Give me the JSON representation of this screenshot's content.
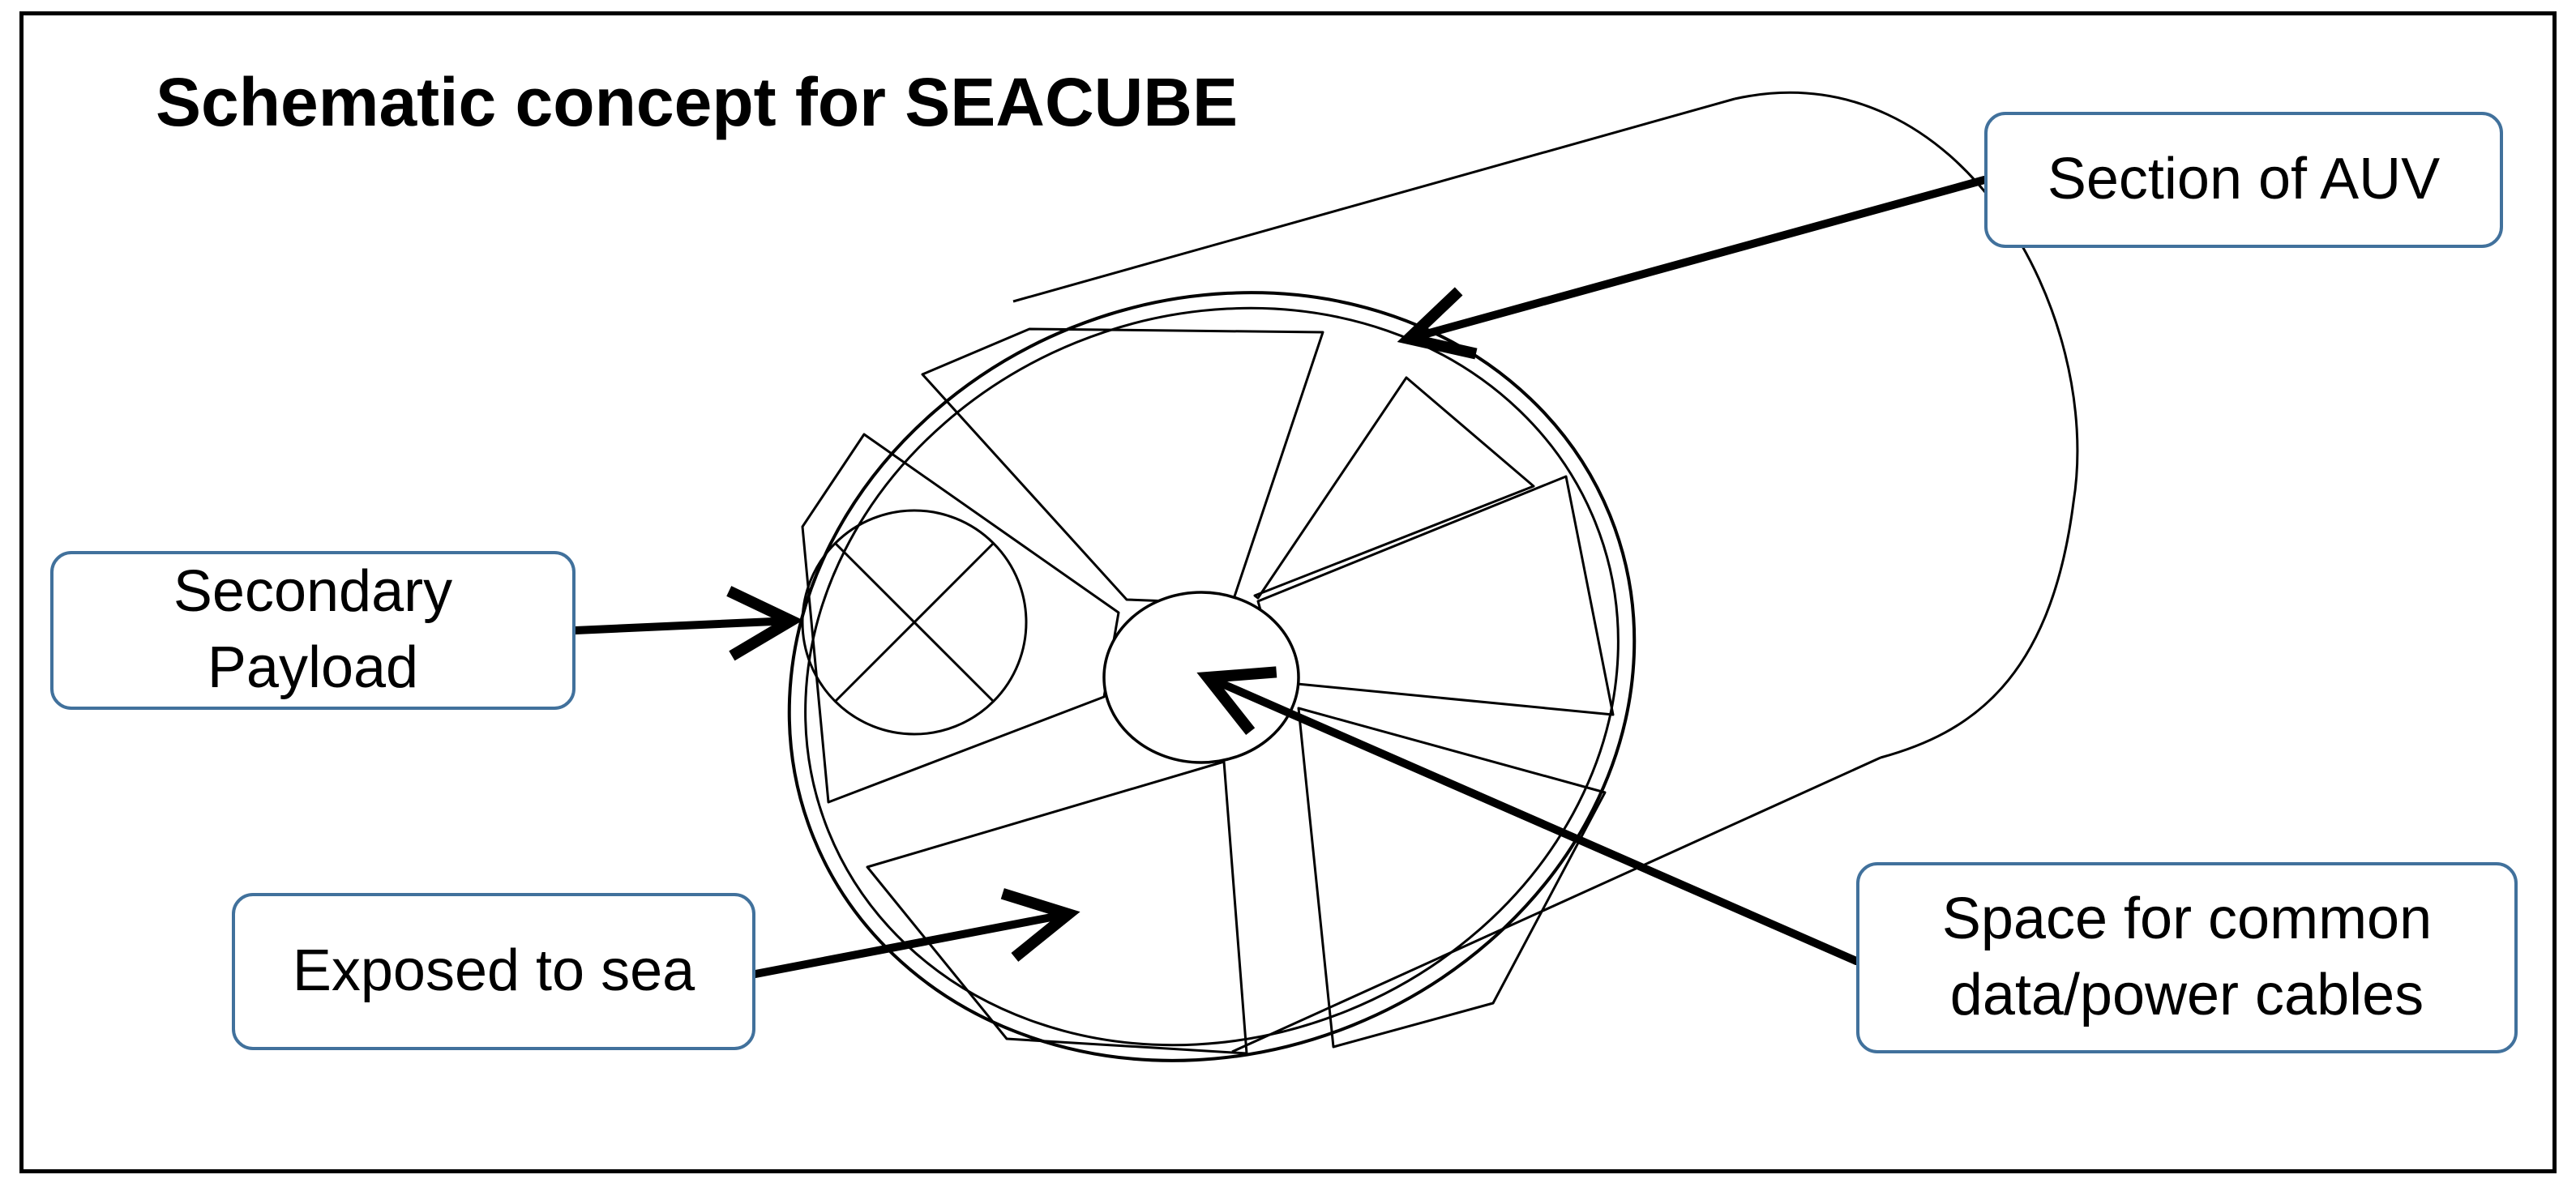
{
  "title": "Schematic concept for SEACUBE",
  "colors": {
    "callout_border": "#41719c",
    "line": "#000000",
    "background": "#ffffff"
  },
  "callouts": {
    "section_of_auv": {
      "lines": [
        "Section of AUV"
      ]
    },
    "secondary_payload": {
      "lines": [
        "Secondary",
        "Payload"
      ]
    },
    "exposed_to_sea": {
      "lines": [
        "Exposed to sea"
      ]
    },
    "space_for_cables": {
      "lines": [
        "Space for common",
        "data/power cables"
      ]
    }
  }
}
